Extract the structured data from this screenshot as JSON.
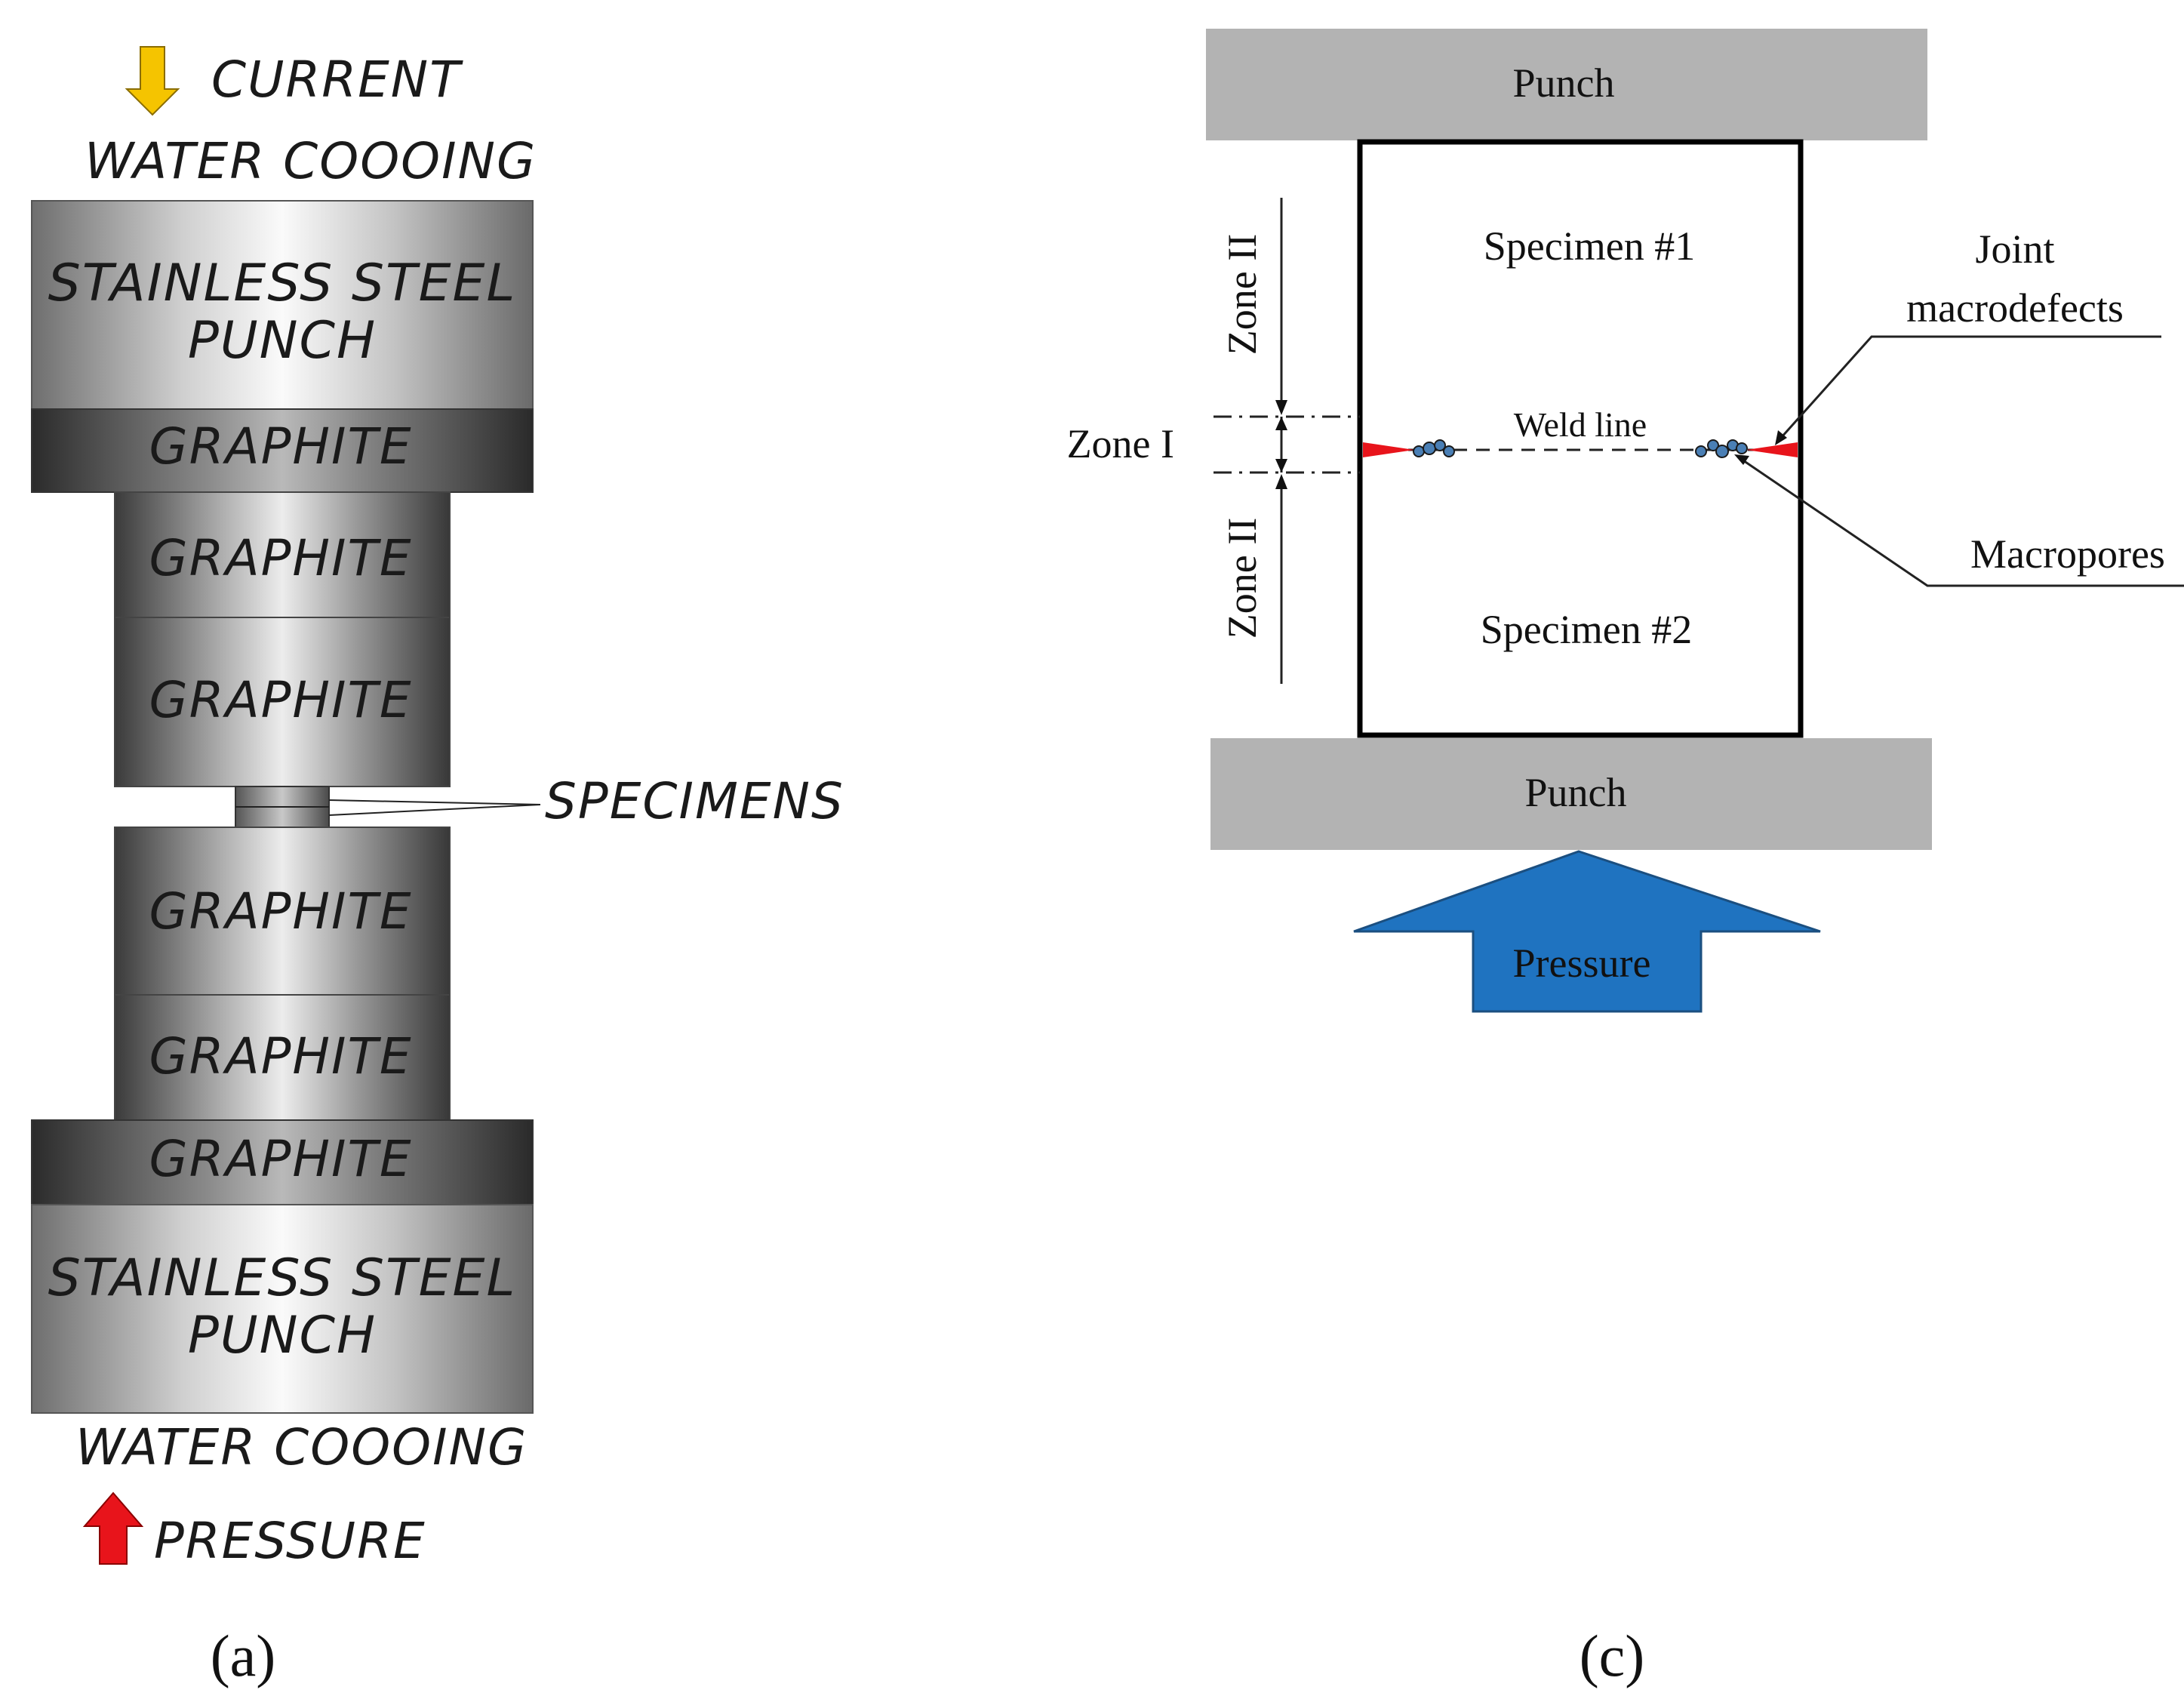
{
  "panel_a": {
    "label": "(a)",
    "top_caption_line1": "CURRENT",
    "top_caption_line2": "WATER COOOING",
    "top_punch_line1": "STAINLESS STEEL",
    "top_punch_line2": "PUNCH",
    "graphite_1": "GRAPHITE",
    "graphite_2": "GRAPHITE",
    "graphite_3": "GRAPHITE",
    "specimens_label": "SPECIMENS",
    "graphite_4": "GRAPHITE",
    "graphite_5": "GRAPHITE",
    "graphite_6": "GRAPHITE",
    "bottom_punch_line1": "STAINLESS STEEL",
    "bottom_punch_line2": "PUNCH",
    "bottom_caption_line1": "WATER COOOING",
    "bottom_caption_line2": "PRESSURE",
    "colors": {
      "current_arrow": "#f5c400",
      "pressure_arrow": "#e8141b"
    }
  },
  "panel_c": {
    "label": "(c)",
    "top_punch": "Punch",
    "bottom_punch": "Punch",
    "specimen_1": "Specimen #1",
    "specimen_2": "Specimen #2",
    "zone_ii_top": "Zone II",
    "zone_ii_bottom": "Zone II",
    "zone_i": "Zone I",
    "weld_line": "Weld line",
    "joint_line1": "Joint",
    "joint_line2": "macrodefects",
    "macropores": "Macropores",
    "pressure": "Pressure",
    "colors": {
      "punch": "#b3b3b3",
      "pressure_arrow": "#1f73c0",
      "pressure_text": "#ffff33",
      "defect": "#e8141b",
      "pore": "#4a7fb5"
    }
  }
}
